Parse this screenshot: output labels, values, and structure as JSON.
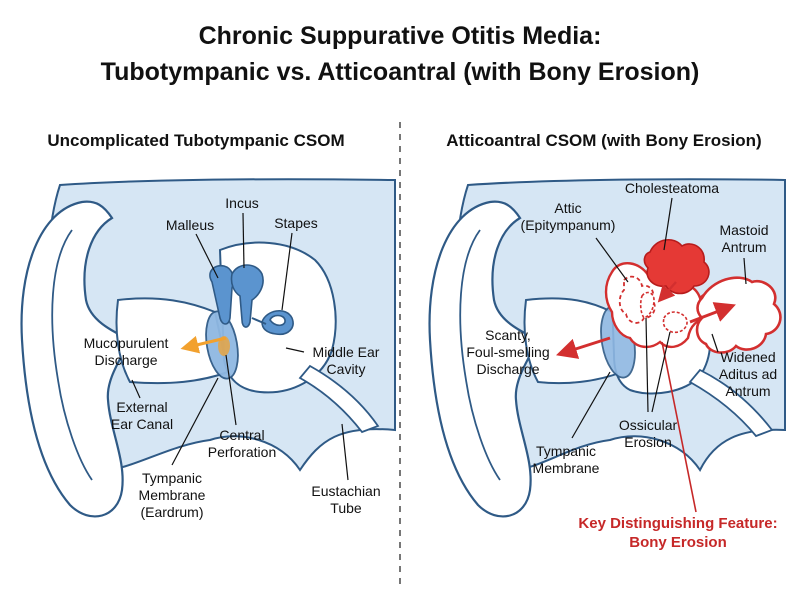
{
  "title": {
    "line1": "Chronic Suppurative Otitis Media:",
    "line2": "Tubotympanic vs. Atticoantral (with Bony Erosion)"
  },
  "left_panel": {
    "heading": "Uncomplicated Tubotympanic CSOM",
    "labels": {
      "incus": "Incus",
      "malleus": "Malleus",
      "stapes": "Stapes",
      "discharge_1": "Mucopurulent",
      "discharge_2": "Discharge",
      "middle_ear_1": "Middle Ear",
      "middle_ear_2": "Cavity",
      "canal_1": "External",
      "canal_2": "Ear Canal",
      "perforation_1": "Central",
      "perforation_2": "Perforation",
      "tm_1": "Tympanic",
      "tm_2": "Membrane",
      "tm_3": "(Eardrum)",
      "eustachian_1": "Eustachian",
      "eustachian_2": "Tube"
    }
  },
  "right_panel": {
    "heading": "Atticoantral CSOM (with Bony Erosion)",
    "labels": {
      "cholesteatoma": "Cholesteatoma",
      "attic_1": "Attic",
      "attic_2": "(Epitympanum)",
      "mastoid_1": "Mastoid",
      "mastoid_2": "Antrum",
      "discharge_1": "Scanty,",
      "discharge_2": "Foul-smelling",
      "discharge_3": "Discharge",
      "aditus_1": "Widened",
      "aditus_2": "Aditus ad",
      "aditus_3": "Antrum",
      "ossicular_1": "Ossicular",
      "ossicular_2": "Erosion",
      "tm_1": "Tympanic",
      "tm_2": "Membrane",
      "key_1": "Key Distinguishing Feature:",
      "key_2": "Bony Erosion"
    }
  },
  "colors": {
    "fill_light_blue": "#d6e6f4",
    "outline_blue": "#2f5a86",
    "ossicle_blue": "#5b94cf",
    "discharge_orange": "#f2a12e",
    "erosion_red": "#d32f2f",
    "cholesteatoma_red": "#e53935",
    "key_text_red": "#c62828"
  }
}
